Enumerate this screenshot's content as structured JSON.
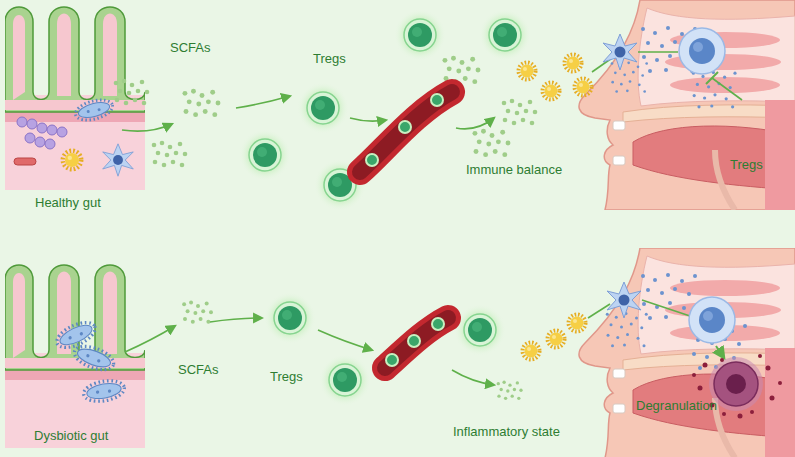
{
  "diagram": {
    "labels": [
      "SCFAs",
      "Tregs",
      "Healthy gut",
      "Immune balance",
      "Tregs",
      "Dysbiotic gut",
      "SCFAs",
      "Tregs",
      "Inflammatory state",
      "Degranulation"
    ]
  }
}
